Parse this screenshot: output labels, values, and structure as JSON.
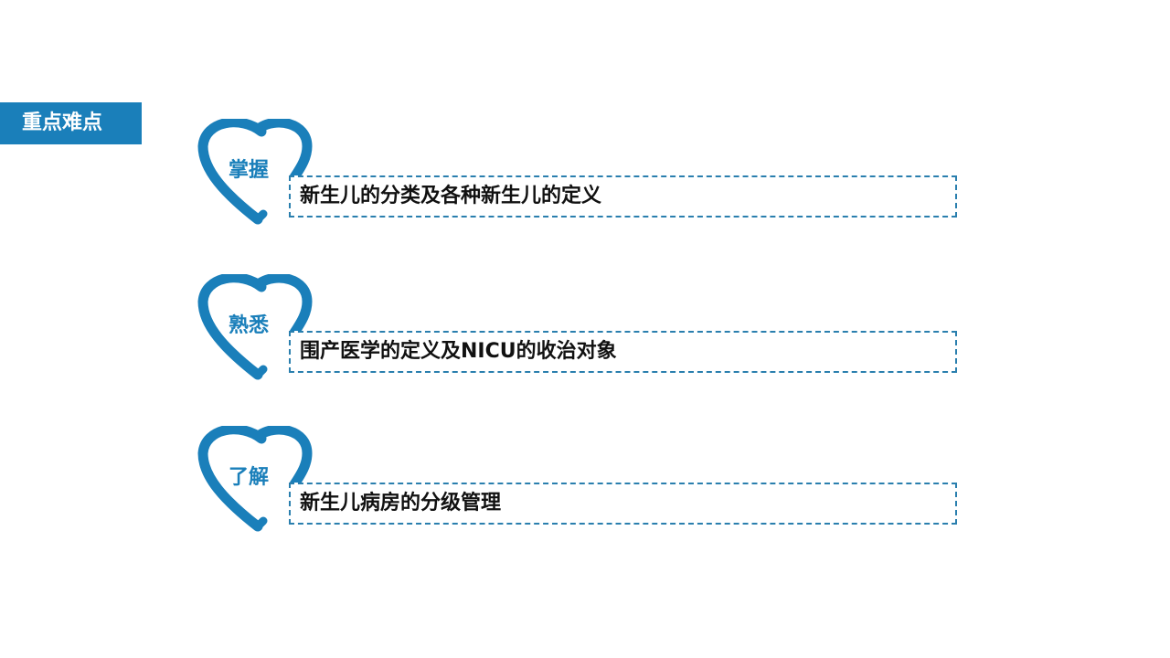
{
  "section": {
    "title": "重点难点"
  },
  "items": [
    {
      "level": "掌握",
      "text": "新生儿的分类及各种新生儿的定义"
    },
    {
      "level": "熟悉",
      "text": "围产医学的定义及NICU的收治对象"
    },
    {
      "level": "了解",
      "text": "新生儿病房的分级管理"
    }
  ],
  "colors": {
    "accent": "#1a7fba",
    "border": "#2a7fae",
    "text": "#111111"
  },
  "icons": {
    "item_marker": "heart-outline-icon"
  }
}
